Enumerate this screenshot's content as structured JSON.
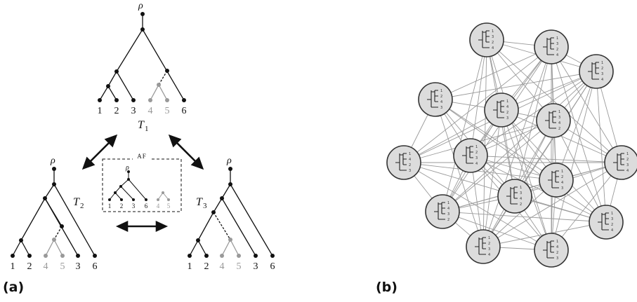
{
  "panels": {
    "a": {
      "label": "(a)",
      "root_label": "ρ",
      "trees": [
        {
          "name": "T",
          "sub": "1",
          "leaves": [
            "1",
            "2",
            "3",
            "4",
            "5",
            "6"
          ]
        },
        {
          "name": "T",
          "sub": "2",
          "leaves": [
            "1",
            "2",
            "4",
            "5",
            "3",
            "6"
          ]
        },
        {
          "name": "T",
          "sub": "3",
          "leaves": [
            "1",
            "2",
            "4",
            "5",
            "3",
            "6"
          ]
        }
      ],
      "agreement_forest": {
        "title": "AF",
        "leaves": [
          "1",
          "2",
          "3",
          "6",
          "4",
          "5"
        ]
      }
    },
    "b": {
      "label": "(b)",
      "nodes": [
        {
          "labels": [
            "1",
            "3",
            "2",
            "4"
          ]
        },
        {
          "labels": [
            "1",
            "3",
            "2",
            "4"
          ]
        },
        {
          "labels": [
            "1",
            "2",
            "3",
            "4"
          ]
        },
        {
          "labels": [
            "1",
            "2",
            "4",
            "3"
          ]
        },
        {
          "labels": [
            "1",
            "4",
            "2",
            "3"
          ]
        },
        {
          "labels": [
            "1",
            "3",
            "4",
            "2"
          ]
        },
        {
          "labels": [
            "1",
            "4",
            "2",
            "3"
          ]
        },
        {
          "labels": [
            "1",
            "2",
            "3",
            "4"
          ]
        },
        {
          "labels": [
            "1",
            "2",
            "3",
            "4"
          ]
        },
        {
          "labels": [
            "1",
            "2",
            "4",
            "3"
          ]
        },
        {
          "labels": [
            "1",
            "3",
            "4",
            "2"
          ]
        },
        {
          "labels": [
            "1",
            "4",
            "3",
            "2"
          ]
        },
        {
          "labels": [
            "1",
            "3",
            "2",
            "4"
          ]
        },
        {
          "labels": [
            "1",
            "2",
            "3",
            "4"
          ]
        },
        {
          "labels": [
            "1",
            "4",
            "2",
            "3"
          ]
        }
      ]
    }
  },
  "colors": {
    "ink": "#111111",
    "pruned": "#999999",
    "node_fill": "#dcdcdc",
    "graph_edge": "#9a9a9a"
  }
}
